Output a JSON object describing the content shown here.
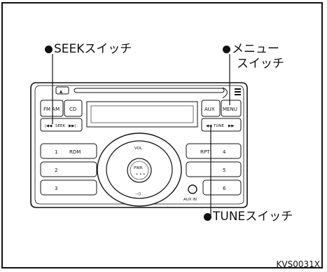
{
  "callouts": {
    "seek": "SEEKスイッチ",
    "menu_line1": "メニュー",
    "menu_line2": "スイッチ",
    "tune": "TUNEスイッチ"
  },
  "figure_code": "KVS0031X",
  "panel": {
    "eject_symbol": "▲",
    "buttons_top": {
      "fm_am": "FM AM",
      "cd": "CD",
      "aux": "AUX",
      "menu": "MENU"
    },
    "seek_label": "SEEK",
    "tune_label": "TUNE",
    "presets_left": [
      {
        "num": "1",
        "label": "RDM"
      },
      {
        "num": "2",
        "label": ""
      },
      {
        "num": "3",
        "label": ""
      }
    ],
    "presets_right": [
      {
        "num": "4",
        "label": "RPT"
      },
      {
        "num": "5",
        "label": ""
      },
      {
        "num": "6",
        "label": ""
      }
    ],
    "knob": {
      "vol": "VOL",
      "pwr": "PWR",
      "sound_icon": "·◁)"
    },
    "aux_in": "AUX IN"
  }
}
